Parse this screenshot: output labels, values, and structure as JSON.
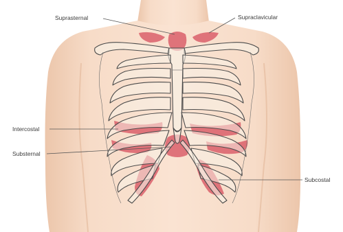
{
  "labels": {
    "suprasternal": "Suprasternal",
    "supraclavicular": "Supraclavicular",
    "intercostal": "Intercostal",
    "substernal": "Substernal",
    "subcostal": "Subcostal"
  },
  "colors": {
    "skin": "#f6d9c4",
    "skin_shadow": "#ebc3a8",
    "retraction": "#d95a66",
    "outline": "#4a4a4a",
    "leader_line": "#555555",
    "label_text": "#3a3a3a",
    "background": "#ffffff"
  }
}
